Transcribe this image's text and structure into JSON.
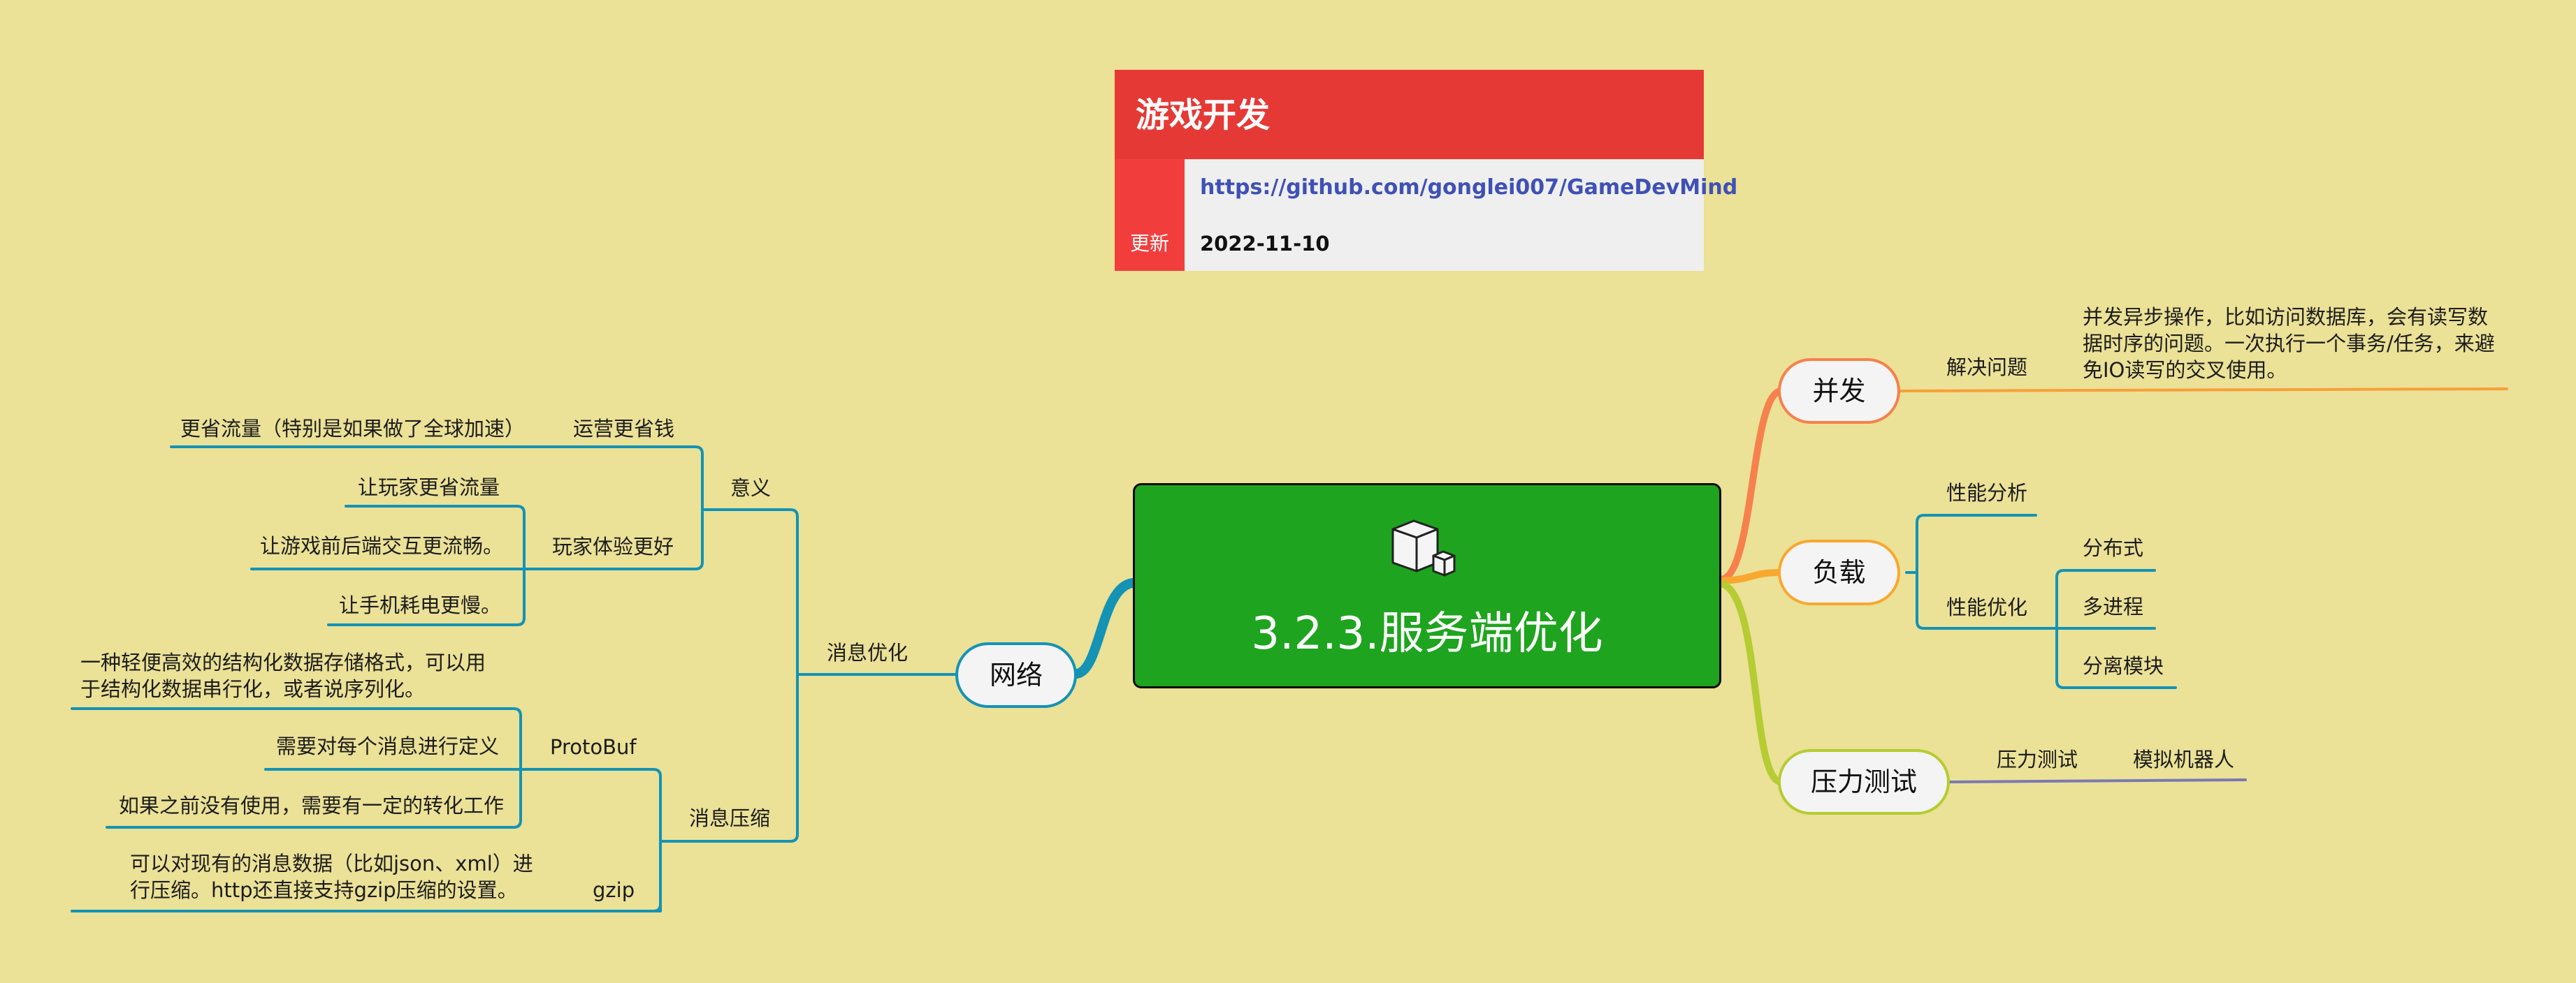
{
  "header": {
    "title": "游戏开发",
    "link": "https://github.com/gonglei007/GameDevMind",
    "update_label": "更新",
    "update_date": "2022-11-10"
  },
  "center": {
    "title": "3.2.3.服务端优化",
    "icon": "cube-icon"
  },
  "colors": {
    "background": "#ebe197",
    "center_fill": "#1ea41e",
    "header_red": "#e53935",
    "branch_network": "#1493b5",
    "branch_concurrency": "#f6814c",
    "branch_load": "#f8a82f",
    "branch_stress": "#b5cc32"
  },
  "left": {
    "network": {
      "label": "网络",
      "msg_opt": {
        "label": "消息优化",
        "meaning": {
          "label": "意义",
          "ops": {
            "label": "运营更省钱",
            "detail": "更省流量（特别是如果做了全球加速）"
          },
          "ux": {
            "label": "玩家体验更好",
            "items": [
              "让玩家更省流量",
              "让游戏前后端交互更流畅。",
              "让手机耗电更慢。"
            ]
          }
        },
        "compress": {
          "label": "消息压缩",
          "protobuf": {
            "label": "ProtoBuf",
            "items": [
              "一种轻便高效的结构化数据存储格式，可以用于结构化数据串行化，或者说序列化。",
              "需要对每个消息进行定义",
              "如果之前没有使用，需要有一定的转化工作"
            ]
          },
          "gzip": {
            "label": "gzip",
            "detail": "可以对现有的消息数据（比如json、xml）进行压缩。http还直接支持gzip压缩的设置。"
          }
        }
      }
    }
  },
  "right": {
    "concurrency": {
      "label": "并发",
      "solve": {
        "label": "解决问题",
        "detail": "并发异步操作，比如访问数据库，会有读写数据时序的问题。一次执行一个事务/任务，来避免IO读写的交叉使用。"
      }
    },
    "load": {
      "label": "负载",
      "analysis": {
        "label": "性能分析"
      },
      "optimize": {
        "label": "性能优化",
        "items": [
          "分布式",
          "多进程",
          "分离模块"
        ]
      }
    },
    "stress": {
      "label": "压力测试",
      "test": {
        "label": "压力测试",
        "tool": "模拟机器人"
      }
    }
  }
}
